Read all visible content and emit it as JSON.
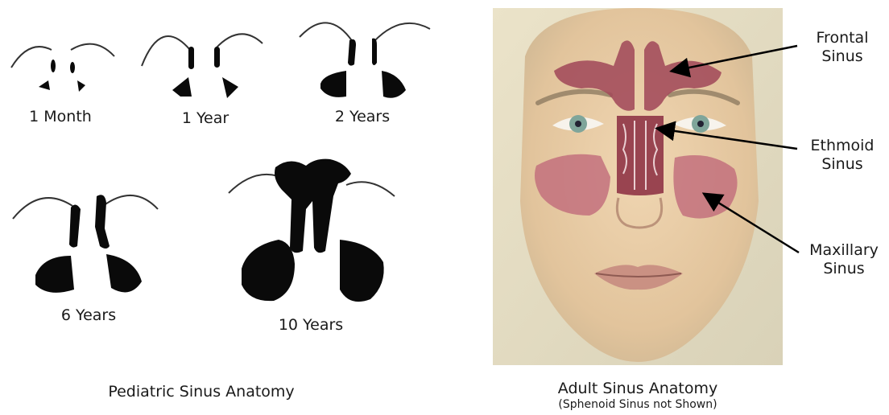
{
  "pediatric": {
    "title": "Pediatric Sinus Anatomy",
    "stages": [
      {
        "label": "1 Month"
      },
      {
        "label": "1 Year"
      },
      {
        "label": "2 Years"
      },
      {
        "label": "6 Years"
      },
      {
        "label": "10 Years"
      }
    ]
  },
  "adult": {
    "title": "Adult Sinus Anatomy",
    "subtitle": "(Sphenoid Sinus not Shown)",
    "callouts": [
      {
        "line1": "Frontal",
        "line2": "Sinus"
      },
      {
        "line1": "Ethmoid",
        "line2": "Sinus"
      },
      {
        "line1": "Maxillary",
        "line2": "Sinus"
      }
    ]
  },
  "colors": {
    "sinus_black": "#0a0a0a",
    "brow_line": "#333333",
    "skin": "#e6caa4",
    "sinus_red": "#9a3f4f",
    "sinus_light": "#c9727f"
  }
}
